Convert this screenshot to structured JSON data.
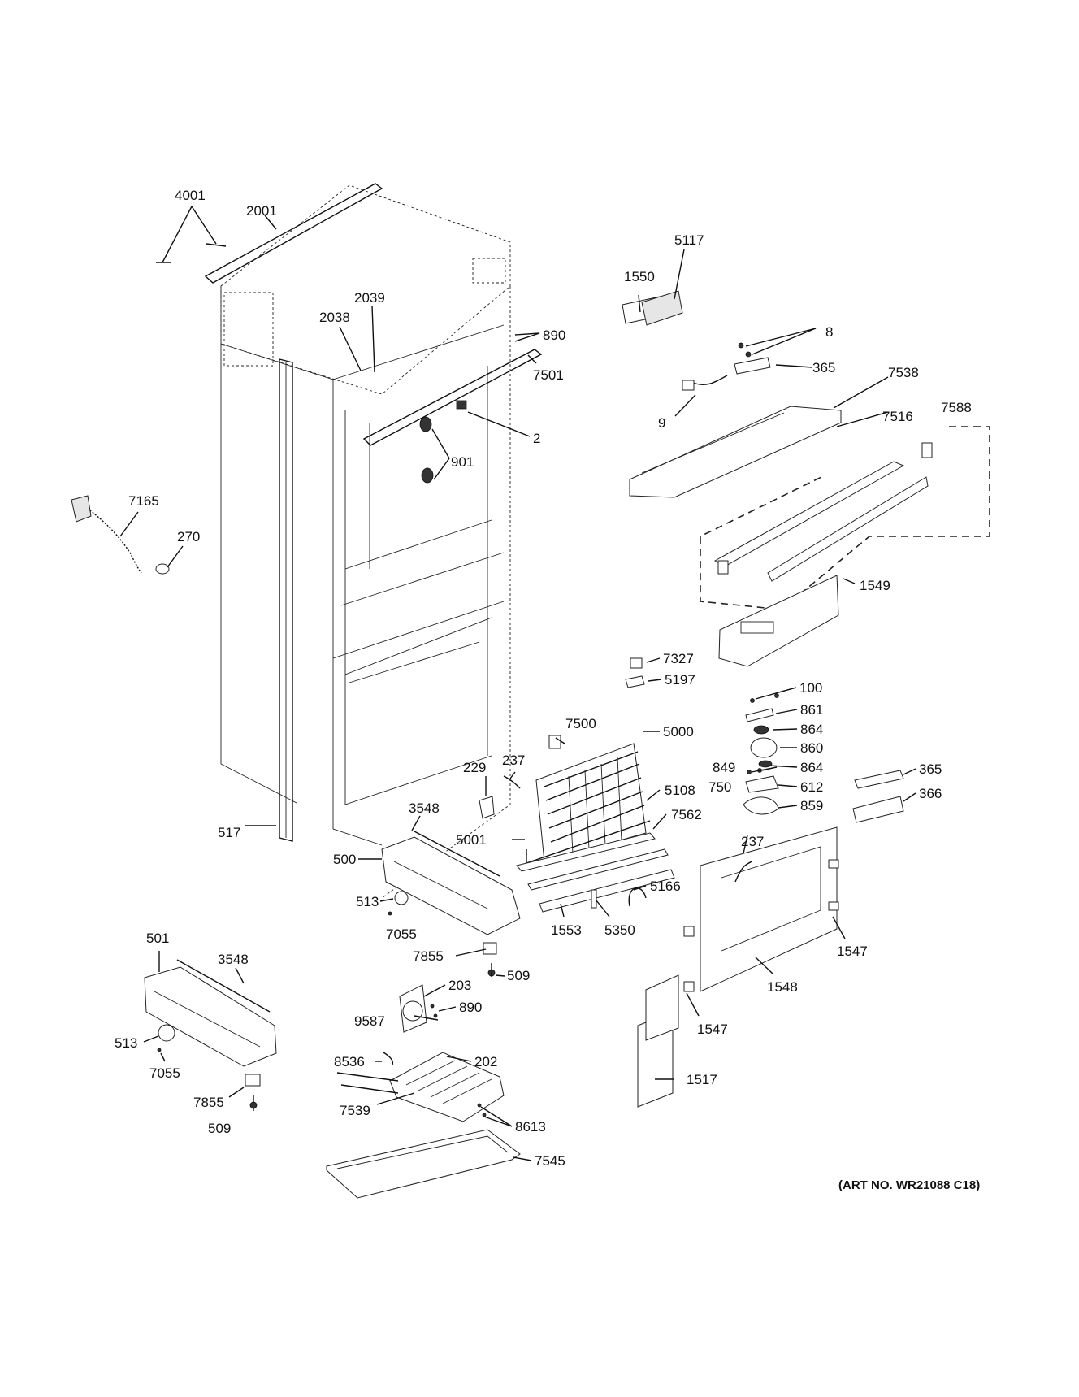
{
  "diagram": {
    "art_number": "(ART NO. WR21088 C18)",
    "callouts": {
      "c4001": "4001",
      "c2001": "2001",
      "c2038": "2038",
      "c2039": "2039",
      "c890a": "890",
      "c7501": "7501",
      "c2": "2",
      "c901": "901",
      "c7165": "7165",
      "c270": "270",
      "c517": "517",
      "c5117": "5117",
      "c1550": "1550",
      "c8": "8",
      "c365a": "365",
      "c7538": "7538",
      "c9": "9",
      "c7516": "7516",
      "c7588": "7588",
      "c1549": "1549",
      "c7327": "7327",
      "c5197": "5197",
      "c100": "100",
      "c861": "861",
      "c864a": "864",
      "c860": "860",
      "c849": "849",
      "c864b": "864",
      "c750": "750",
      "c612": "612",
      "c859": "859",
      "c365b": "365",
      "c366": "366",
      "c7500": "7500",
      "c5000": "5000",
      "c229": "229",
      "c237a": "237",
      "c5108": "5108",
      "c5001": "5001",
      "c7562": "7562",
      "c3548a": "3548",
      "c500": "500",
      "c513a": "513",
      "c7055a": "7055",
      "c5166": "5166",
      "c1553": "1553",
      "c5350": "5350",
      "c237b": "237",
      "c1547a": "1547",
      "c1548": "1548",
      "c1547b": "1547",
      "c1517": "1517",
      "c7855a": "7855",
      "c509a": "509",
      "c203": "203",
      "c890b": "890",
      "c9587": "9587",
      "c501": "501",
      "c3548b": "3548",
      "c513b": "513",
      "c7055b": "7055",
      "c7855b": "7855",
      "c509b": "509",
      "c8536": "8536",
      "c202": "202",
      "c7539": "7539",
      "c8613": "8613",
      "c7545": "7545"
    }
  }
}
